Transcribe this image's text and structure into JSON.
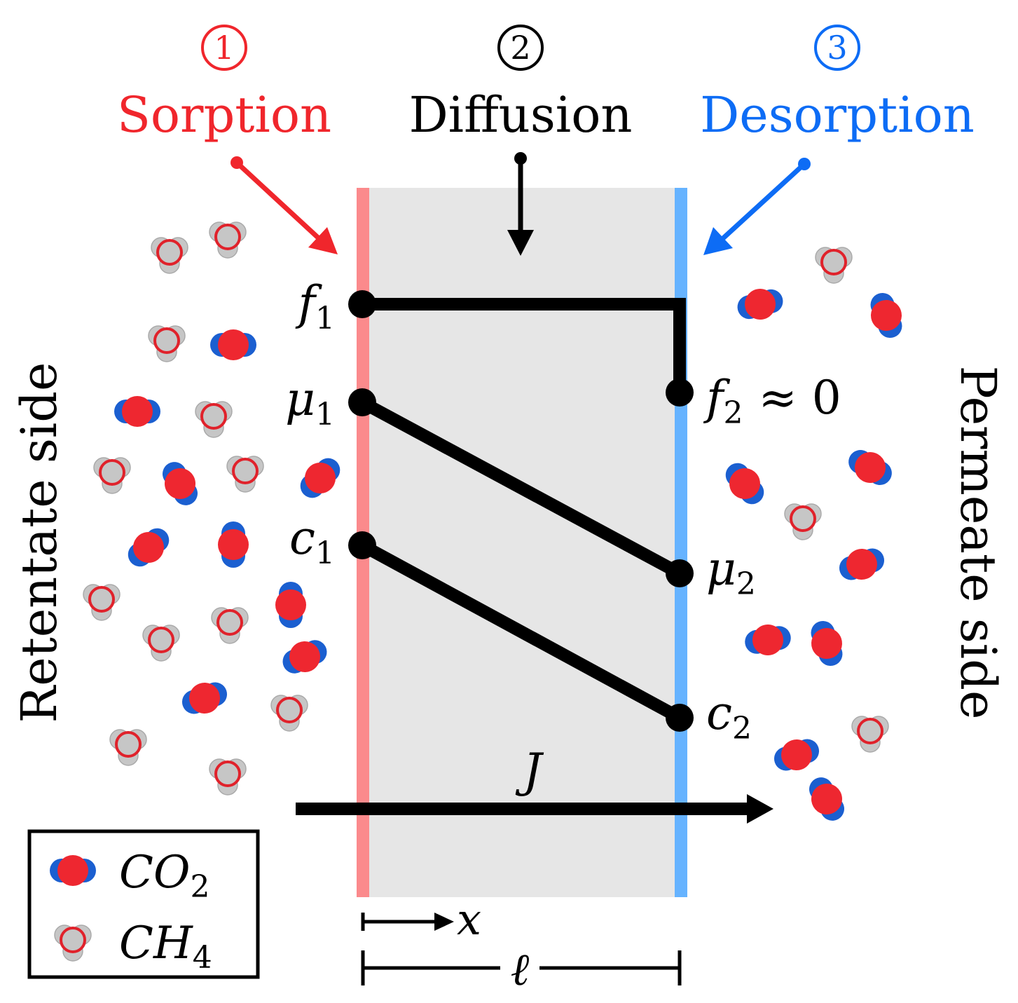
{
  "steps": [
    {
      "number": "1",
      "label": "Sorption",
      "color": "#f0262c"
    },
    {
      "number": "2",
      "label": "Diffusion",
      "color": "#000000"
    },
    {
      "number": "3",
      "label": "Desorption",
      "color": "#0d6cf5"
    }
  ],
  "sides": {
    "retentate": "Retentate side",
    "permeate": "Permeate side"
  },
  "profiles": {
    "f1": {
      "sym": "f",
      "sub": "1"
    },
    "f2": {
      "sym": "f",
      "sub": "2",
      "suffix": "≈ 0"
    },
    "mu1": {
      "sym": "μ",
      "sub": "1"
    },
    "mu2": {
      "sym": "μ",
      "sub": "2"
    },
    "c1": {
      "sym": "c",
      "sub": "1"
    },
    "c2": {
      "sym": "c",
      "sub": "2"
    }
  },
  "flux": "J",
  "axis": {
    "x": "x",
    "thickness": "ℓ"
  },
  "legend": [
    {
      "sym": "CO",
      "sub": "2",
      "icon": "co2-molecule-icon"
    },
    {
      "sym": "CH",
      "sub": "4",
      "icon": "ch4-molecule-icon"
    }
  ],
  "colors": {
    "membrane": "#e6e6e6",
    "feed_interface": "#fb8a8c",
    "permeate_interface": "#66b3ff",
    "oxygen_red": "#ee2730",
    "carbon_blue": "#1b5fd0",
    "methane_gray": "#c6c6c6"
  }
}
